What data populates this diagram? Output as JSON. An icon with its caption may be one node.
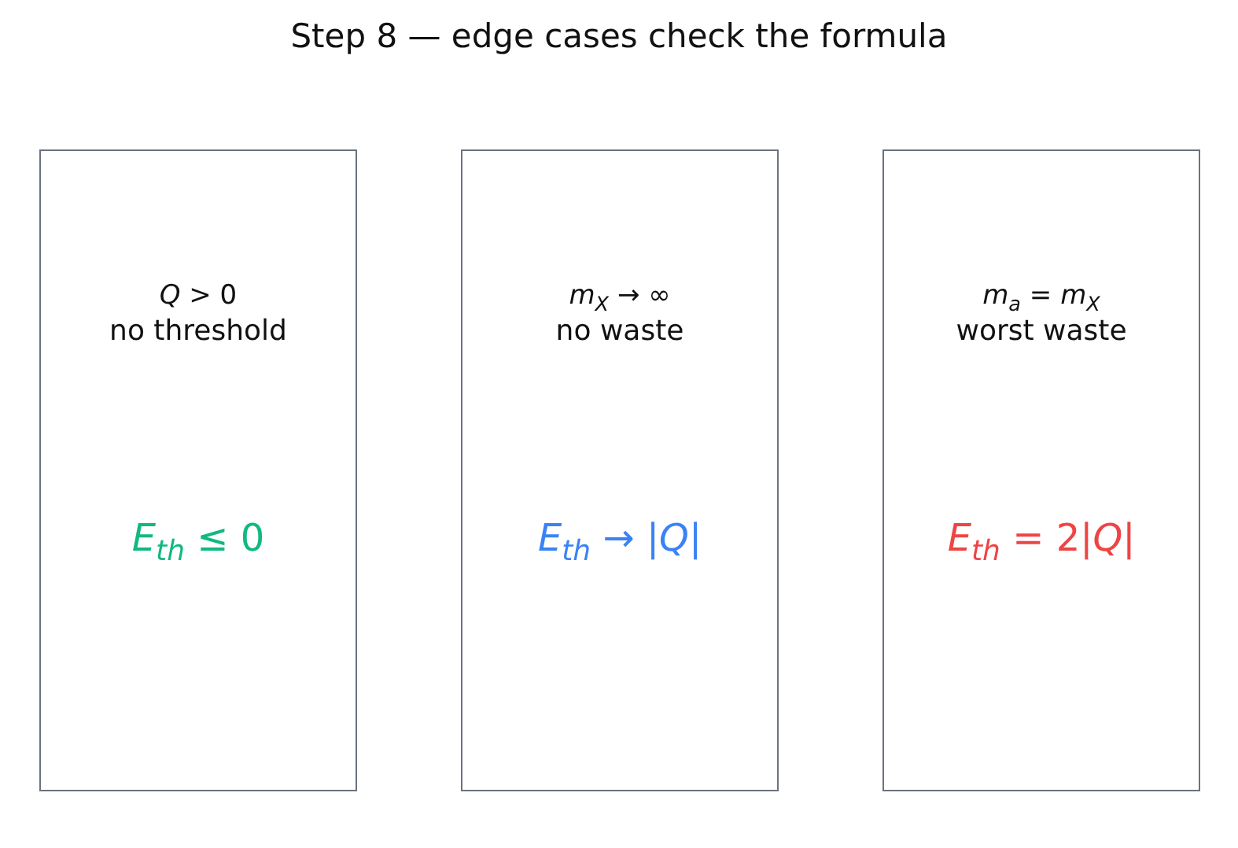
{
  "diagram": {
    "title": "Step 8 — edge cases check the formula",
    "nodes": [
      {
        "text": [
          "*Q* > 0",
          "no threshold",
          "*E*$_{th}$ ≤ 0"
        ]
      },
      {
        "text": [
          "*m*$_{X}$ → ∞",
          "no waste",
          "*E*$_{th}$ → |*Q*|"
        ]
      },
      {
        "text": [
          "*m*$_{a}$ = *m*$_{X}$",
          "worst waste",
          "*E*$_{th}$ = 2|*Q*|"
        ]
      }
    ],
    "edges": []
  }
}
